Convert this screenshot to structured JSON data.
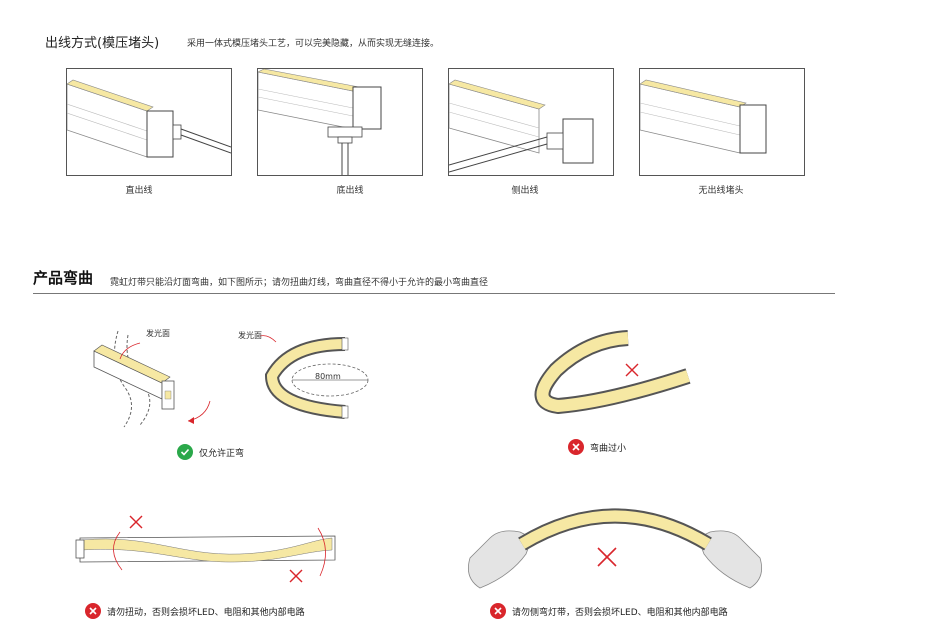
{
  "section1": {
    "title": "出线方式(模压堵头)",
    "description": "采用一体式模压堵头工艺，可以完美隐藏，从而实现无缝连接。",
    "panels": [
      {
        "caption": "直出线"
      },
      {
        "caption": "底出线"
      },
      {
        "caption": "侧出线"
      },
      {
        "caption": "无出线堵头"
      }
    ]
  },
  "section2": {
    "title": "产品弯曲",
    "description": "霓虹灯带只能沿灯面弯曲，如下图所示；请勿扭曲灯线，弯曲直径不得小于允许的最小弯曲直径",
    "figures": {
      "face_label_1": "发光面",
      "face_label_2": "发光面",
      "diameter_label": "80mm"
    },
    "notes": {
      "allowed": "仅允许正弯",
      "too_small": "弯曲过小",
      "no_twist": "请勿扭动，否则会损坏LED、电阻和其他内部电路",
      "no_side_bend": "请勿侧弯灯带，否则会损坏LED、电阻和其他内部电路"
    }
  },
  "colors": {
    "led_face": "#f6e8a3",
    "ok_green": "#2aa84a",
    "error_red": "#d9262c"
  }
}
